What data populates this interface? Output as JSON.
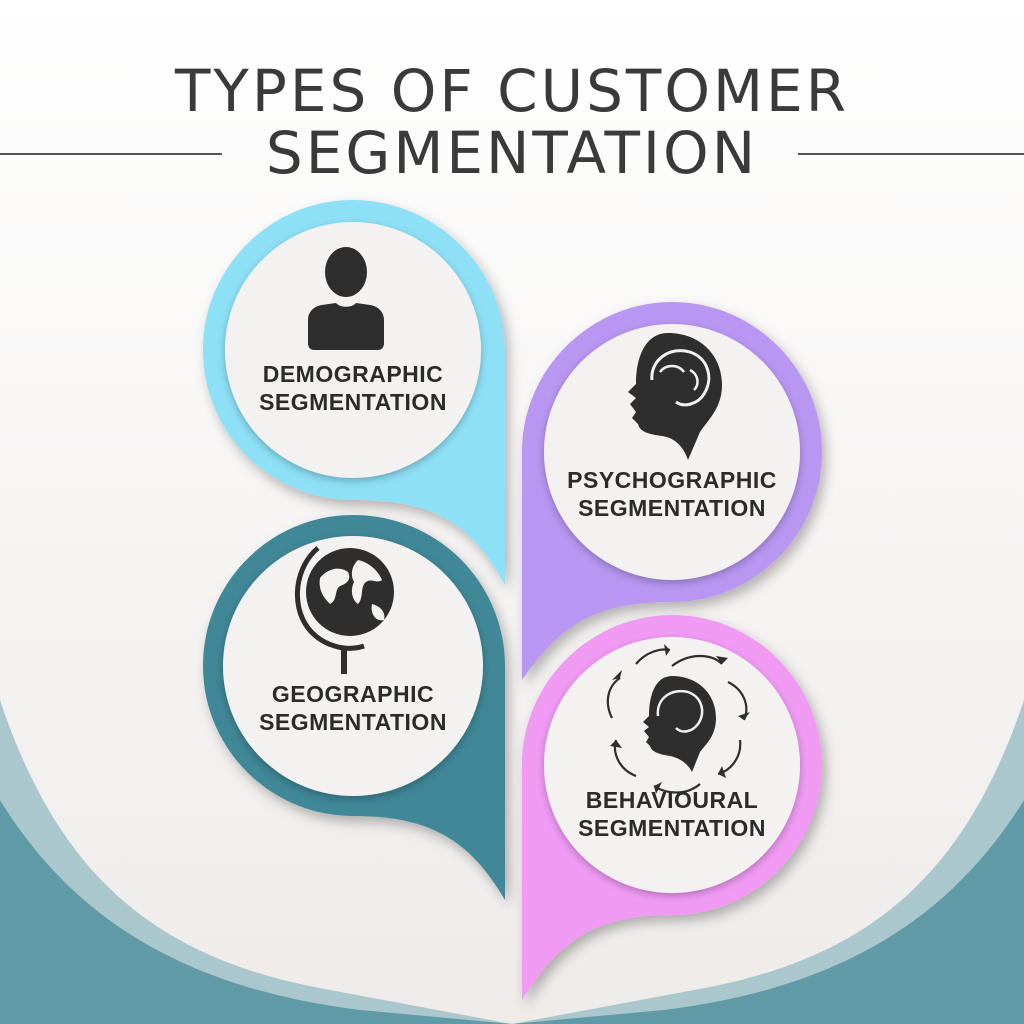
{
  "title": {
    "line1": "TYPES OF CUSTOMER",
    "line2": "SEGMENTATION"
  },
  "segments": [
    {
      "id": "demographic",
      "line1": "DEMOGRAPHIC",
      "line2": "SEGMENTATION",
      "color": "#8ee0f7",
      "icon": "person-icon"
    },
    {
      "id": "psychographic",
      "line1": "PSYCHOGRAPHIC",
      "line2": "SEGMENTATION",
      "color": "#b896f2",
      "icon": "head-brain-icon"
    },
    {
      "id": "geographic",
      "line1": "GEOGRAPHIC",
      "line2": "SEGMENTATION",
      "color": "#3f8797",
      "icon": "globe-icon"
    },
    {
      "id": "behavioural",
      "line1": "BEHAVIOURAL",
      "line2": "SEGMENTATION",
      "color": "#f09af4",
      "icon": "head-arrows-icon"
    }
  ],
  "colors": {
    "background": "#f4f2f1",
    "wave_outer": "#a9c7cc",
    "wave_inner": "#5f9aa6",
    "text": "#2b2b2b"
  }
}
